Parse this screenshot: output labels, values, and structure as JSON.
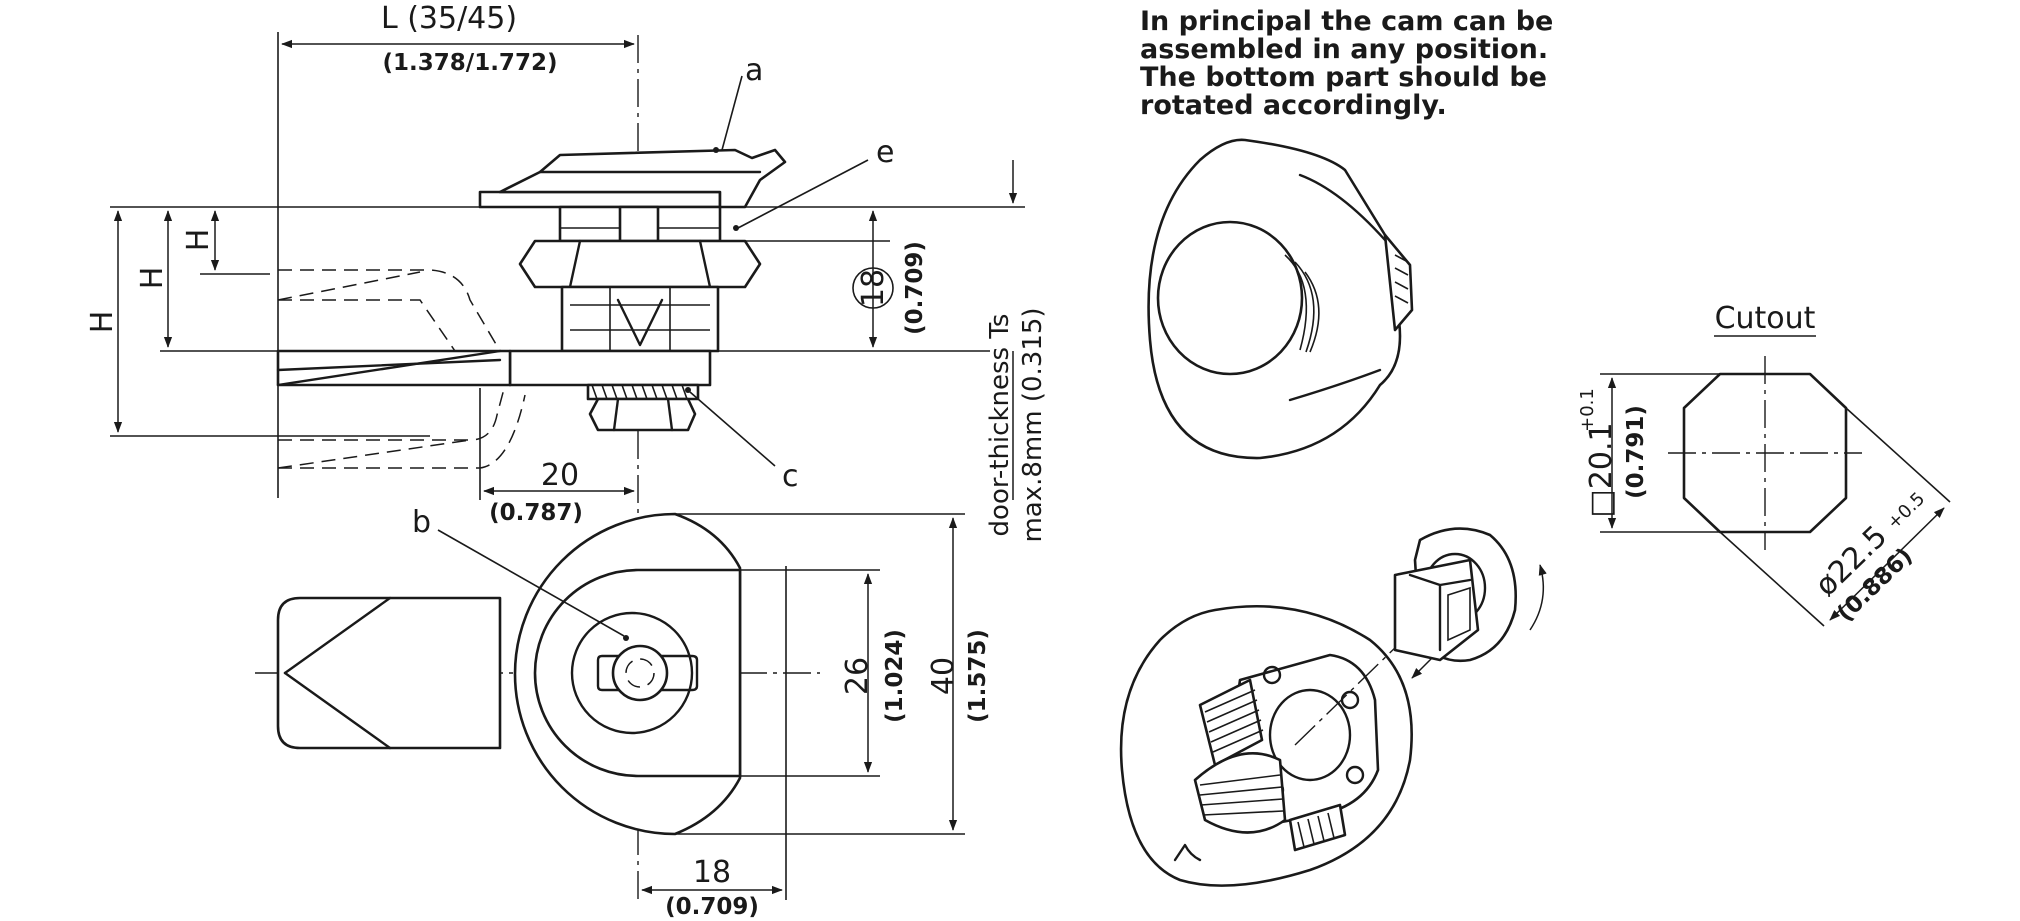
{
  "dimensions": {
    "length_label": "L (35/45)",
    "length_inch": "(1.378/1.772)",
    "h_label": "H",
    "circled_18": "18",
    "circled_18_inch": "(0.709)",
    "door_thickness_line1": "door-thickness Ts",
    "door_thickness_line2": "max.8mm (0.315)",
    "offset_20": "20",
    "offset_20_inch": "(0.787)",
    "width_26": "26",
    "width_26_inch": "(1.024)",
    "width_40": "40",
    "width_40_inch": "(1.575)",
    "bottom_18": "18",
    "bottom_18_inch": "(0.709)"
  },
  "callouts": {
    "a": "a",
    "b": "b",
    "c": "c",
    "e": "e"
  },
  "note": {
    "line1": "In principal the cam can be",
    "line2": "assembled in any position.",
    "line3": "The bottom part should be",
    "line4": "rotated accordingly."
  },
  "cutout": {
    "title": "Cutout",
    "square_main": "□20.1",
    "square_tol": "+0.1",
    "square_inch": "(0.791)",
    "dia_main": "ø22.5",
    "dia_tol": "+0.5",
    "dia_inch": "(0.886)"
  }
}
